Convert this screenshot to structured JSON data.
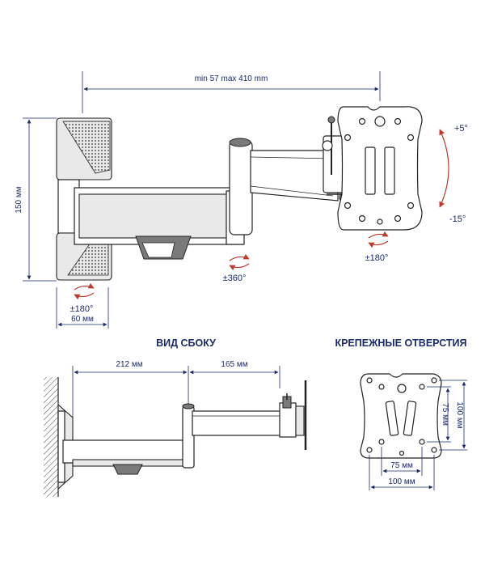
{
  "top_view": {
    "reach_label": "min 57 max 410 mm",
    "height_label": "150 мм",
    "width_label": "60 мм",
    "wall_swivel_label": "±180°",
    "arm_swivel_label": "±360°",
    "head_swivel_label": "±180°",
    "tilt_up_label": "+5°",
    "tilt_down_label": "-15°"
  },
  "side_view": {
    "title": "ВИД СБОКУ",
    "arm1_label": "212 мм",
    "arm2_label": "165 мм"
  },
  "holes_view": {
    "title": "КРЕПЕЖНЫЕ ОТВЕРСТИЯ",
    "h_small_label": "75 мм",
    "h_large_label": "100 мм",
    "v_small_label": "75 мм",
    "v_large_label": "100 мм"
  }
}
